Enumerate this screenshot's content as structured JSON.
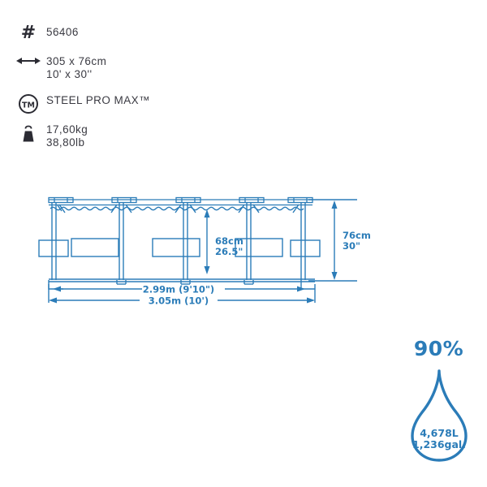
{
  "colors": {
    "drawing_blue": "#2b7cb8",
    "text_dark": "#3a3a42",
    "icon_dark": "#2b2b33"
  },
  "spec_list": {
    "rows": [
      {
        "icon": "hash-icon",
        "icon_label": "#",
        "value": "56406",
        "name": "model-number"
      },
      {
        "icon": "double-arrow-icon",
        "value": "305 x 76cm\n10' x 30''",
        "name": "dimensions"
      },
      {
        "icon": "trademark-icon",
        "icon_label": "TM",
        "value": "STEEL PRO MAX™",
        "name": "brand-name"
      },
      {
        "icon": "weight-icon",
        "value": "17,60kg\n38,80lb",
        "name": "product-weight"
      }
    ]
  },
  "drawing": {
    "label_water_depth": "68cm",
    "label_water_depth_in": "26.5\"",
    "label_wall_height": "76cm",
    "label_wall_height_in": "30\"",
    "label_inner_width": "2.99m (9'10\")",
    "label_outer_width": "3.05m (10')"
  },
  "capacity": {
    "percent": "90%",
    "liters": "4,678L",
    "gallons": "1,236gal."
  }
}
